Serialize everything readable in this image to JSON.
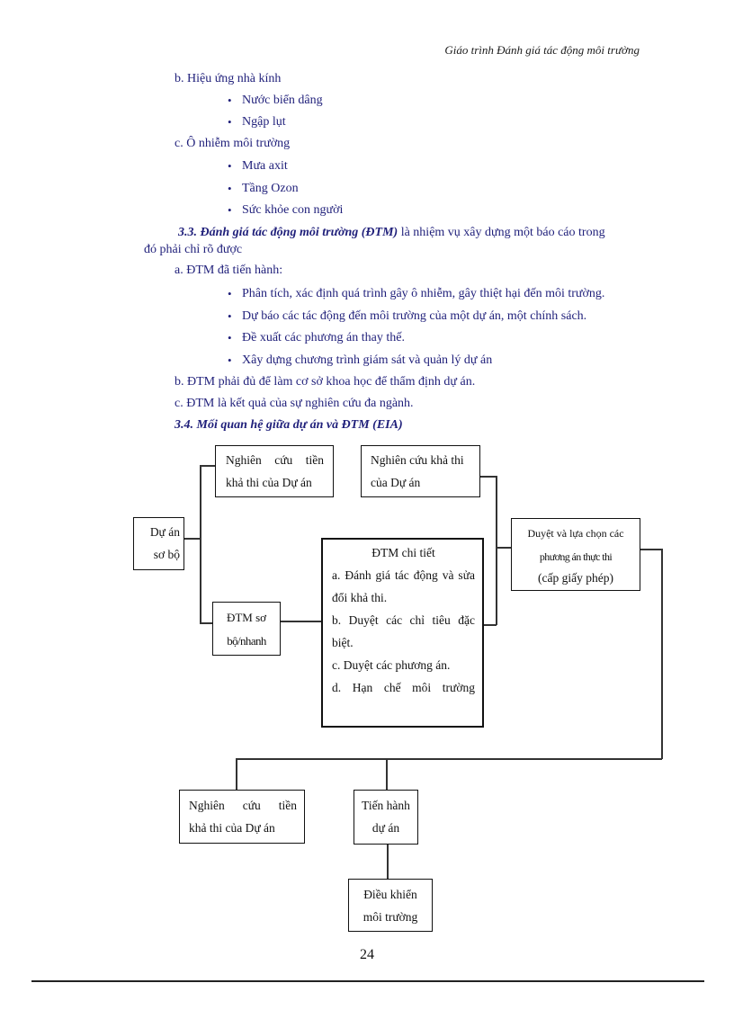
{
  "header": {
    "title": "Giáo trình Đánh giá tác động môi trường"
  },
  "sections": {
    "b_label": "b. Hiệu ứng nhà kính",
    "b_items": [
      "Nước biển dâng",
      "Ngập lụt"
    ],
    "c_label": "c. Ô nhiễm môi trường",
    "c_items": [
      "Mưa axit",
      "Tầng Ozon",
      "Sức khỏe con người"
    ],
    "s33_heading": "3.3. Đánh giá tác động môi trường (ĐTM)",
    "s33_text_line1": " là nhiệm vụ xây dựng một báo cáo trong",
    "s33_text_line2": "đó phải chỉ rõ được",
    "a_label": "a. ĐTM đã tiến hành:",
    "a_items": [
      "Phân tích, xác định quá trình gây ô nhiễm, gây thiệt hại đến môi trường.",
      "Dự báo các tác động đến môi trường của một dự án, một chính sách.",
      "Đề xuất các phương án thay thế.",
      "Xây dựng chương trình giám sát và quản lý dự án"
    ],
    "b2_text": "b. ĐTM phải đủ để làm cơ sở khoa học để thẩm định dự án.",
    "c2_text": "c. ĐTM là kết quả của sự nghiên cứu đa ngành.",
    "s34_heading": "3.4. Mối quan hệ giữa dự án và ĐTM (EIA)"
  },
  "diagram": {
    "du_an_so_bo": [
      "Dự án",
      "sơ bộ"
    ],
    "nghien_cuu_tien_kha_thi": [
      "Nghiên cứu tiền",
      "khả thi của Dự án"
    ],
    "nghien_cuu_kha_thi": [
      "Nghiên cứu khả thi",
      "của Dự án"
    ],
    "dtm_so_bo": [
      "ĐTM sơ",
      "bộ/nhanh"
    ],
    "dtm_chi_tiet": {
      "title": "ĐTM chi tiết",
      "items": [
        "a. Đánh giá tác động và sửa đổi khả thi.",
        "b. Duyệt các chỉ tiêu đặc biệt.",
        "c. Duyệt các phương án.",
        "d. Hạn chế môi trường"
      ]
    },
    "duyet_lua_chon": [
      "Duyệt và lựa chọn các",
      "phương án thực thi",
      "(cấp giấy phép)"
    ],
    "bottom_nghien_cuu": [
      "Nghiên cứu tiền",
      "khả thi của Dự án"
    ],
    "tien_hanh": [
      "Tiến hành",
      "dự án"
    ],
    "dieu_khien": [
      "Điều khiển",
      "môi trường"
    ]
  },
  "footer": {
    "page_number": "24"
  }
}
